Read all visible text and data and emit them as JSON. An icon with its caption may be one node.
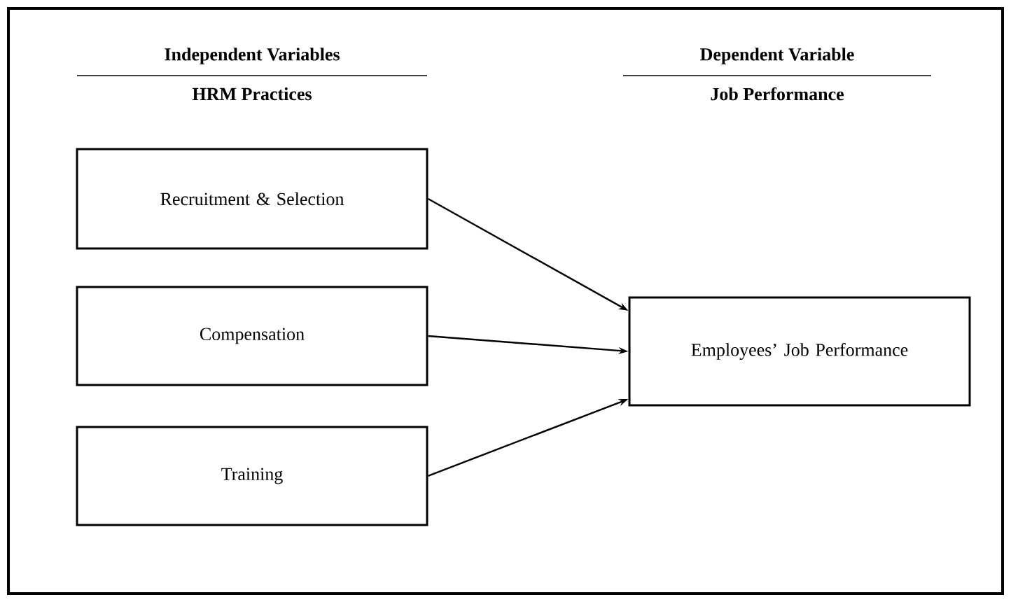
{
  "diagram": {
    "nodes": [
      {
        "text": [
          "Recruitment & Selection"
        ]
      },
      {
        "text": [
          "Compensation"
        ]
      },
      {
        "text": [
          "Training"
        ]
      },
      {
        "text": [
          "Employees’ Job Performance"
        ]
      }
    ],
    "edges": [
      {
        "from": 0,
        "to": 3,
        "arrow": "to"
      },
      {
        "from": 1,
        "to": 3,
        "arrow": "to"
      },
      {
        "from": 2,
        "to": 3,
        "arrow": "to"
      }
    ],
    "labels": [
      "Independent Variables",
      "HRM Practices",
      "Dependent Variable",
      "Job Performance"
    ]
  }
}
